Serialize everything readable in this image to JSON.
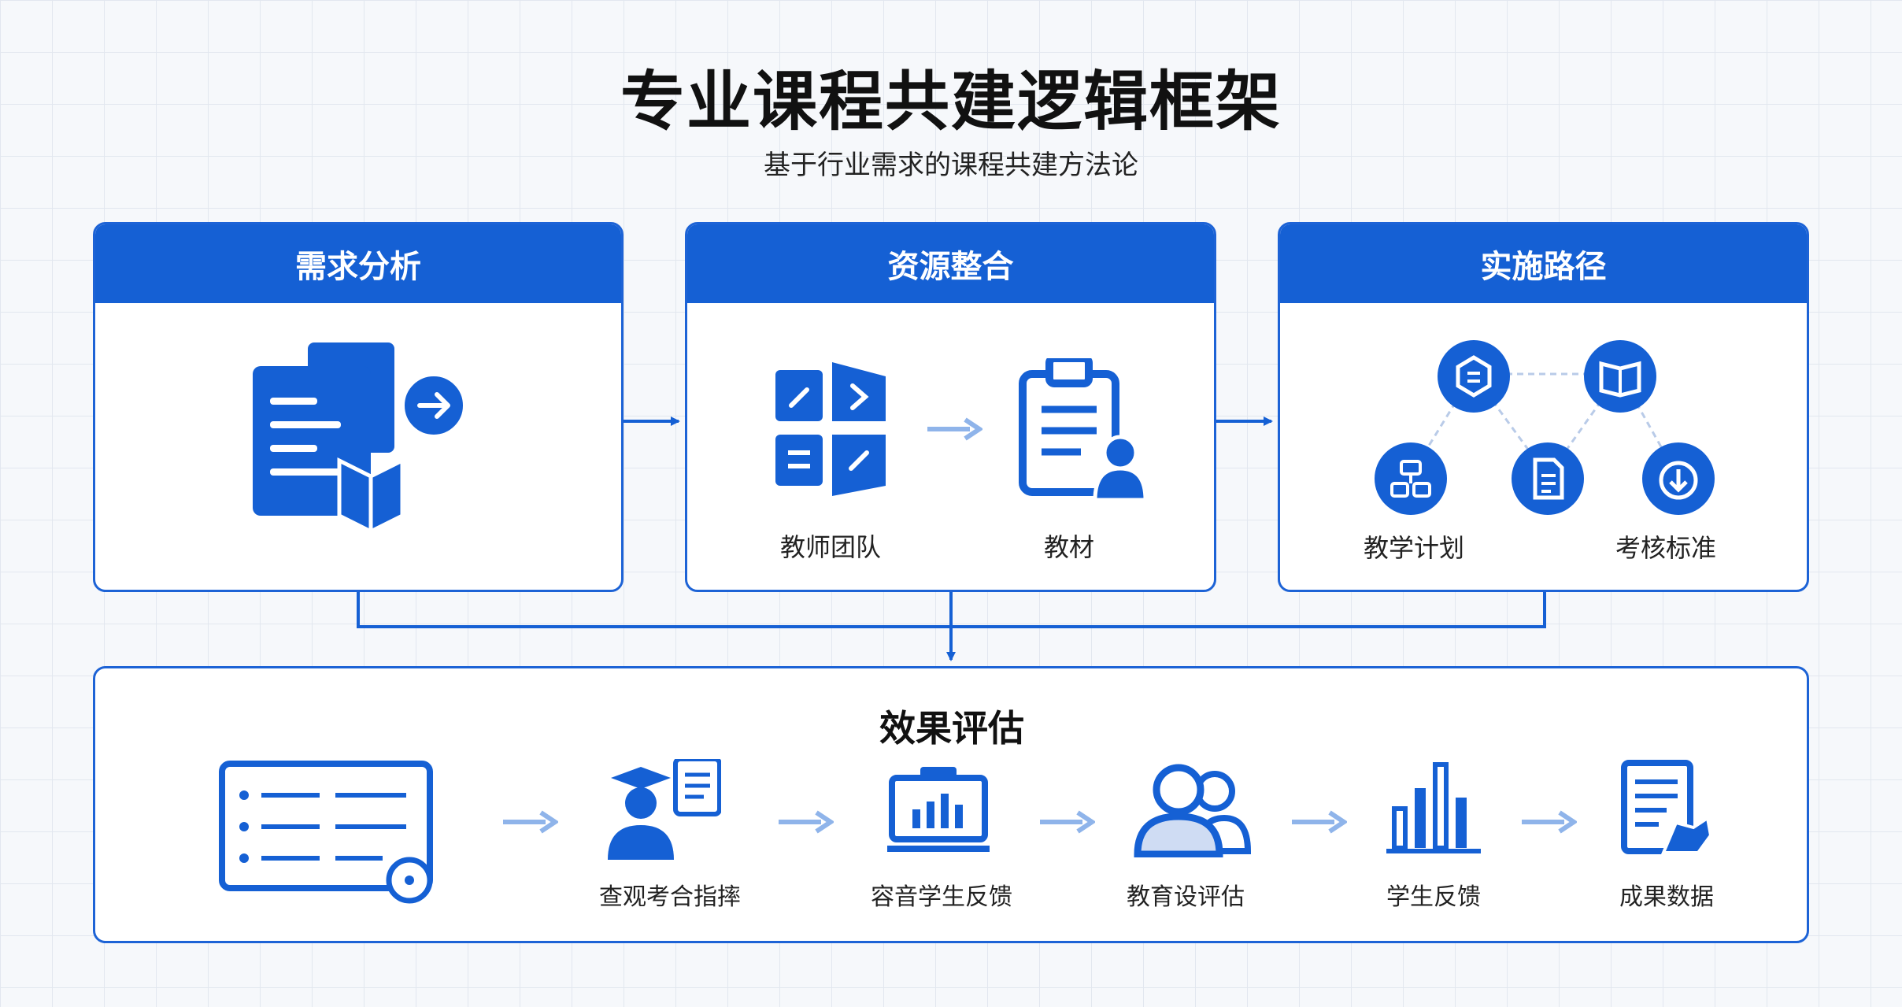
{
  "title": "专业课程共建逻辑框架",
  "subtitle": "基于行业需求的课程共建方法论",
  "colors": {
    "primary": "#1560d4",
    "arrow_light": "#8fb4ea",
    "background": "#f6f8fb"
  },
  "panels": [
    {
      "title": "需求分析",
      "icons": [
        "documents-forward-icon"
      ]
    },
    {
      "title": "资源整合",
      "items": [
        {
          "label": "教师团队",
          "icon": "team-tiles-icon"
        },
        {
          "label": "教材",
          "icon": "clipboard-person-icon"
        }
      ]
    },
    {
      "title": "实施路径",
      "labels": [
        "教学计划",
        "考核标准"
      ],
      "icons": [
        "hexagon-layers-icon",
        "open-book-icon",
        "network-icon",
        "document-icon",
        "download-badge-icon"
      ]
    }
  ],
  "evaluation": {
    "title": "效果评估",
    "steps": [
      {
        "label": "",
        "icon": "checklist-icon"
      },
      {
        "label": "查观考合指摔",
        "icon": "graduate-speech-icon"
      },
      {
        "label": "容音学生反馈",
        "icon": "presentation-chart-icon"
      },
      {
        "label": "教育设评估",
        "icon": "users-icon"
      },
      {
        "label": "学生反馈",
        "icon": "bar-chart-icon"
      },
      {
        "label": "成果数据",
        "icon": "report-icon"
      }
    ]
  }
}
